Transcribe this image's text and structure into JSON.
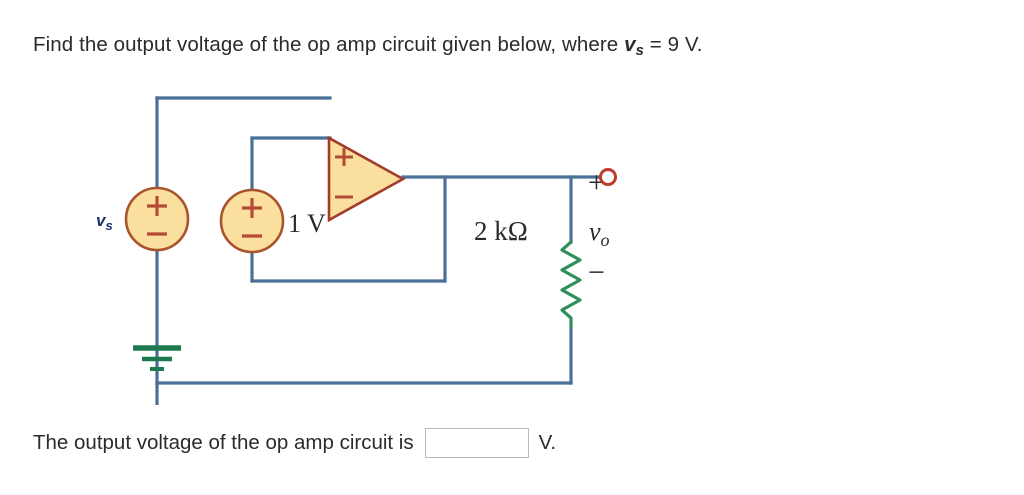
{
  "question": {
    "text_before": "Find the output voltage of the op amp circuit given below, where ",
    "variable": "v",
    "variable_subscript": "s",
    "text_after": " = 9 V."
  },
  "circuit": {
    "type": "op-amp-circuit",
    "source_vs_label": "Vs",
    "source_vs_value_symbol": "v",
    "source_vs_subscript": "s",
    "source_1v_label": "1 V",
    "resistor_label": "2 kΩ",
    "output_label": "v",
    "output_label_subscript": "o",
    "output_polarity_plus": "+",
    "output_polarity_minus": "−",
    "opamp_plus": "+",
    "opamp_minus": "−",
    "source_plus": "+",
    "source_minus": "−",
    "colors": {
      "wire": "#4a7098",
      "source_fill": "#fbdf9e",
      "source_stroke": "#a9542c",
      "source_symbol": "#b34b35",
      "opamp_fill": "#fbdf9e",
      "opamp_stroke": "#a33b2a",
      "opamp_symbol": "#b34b35",
      "resistor": "#2f8f5b",
      "ground": "#1e7a4e",
      "terminal": "#c0392b",
      "vs_label": "#1b2f6b"
    }
  },
  "answer": {
    "text": "The output voltage of the op amp circuit is",
    "input_value": "",
    "input_placeholder": "",
    "unit": "V."
  }
}
